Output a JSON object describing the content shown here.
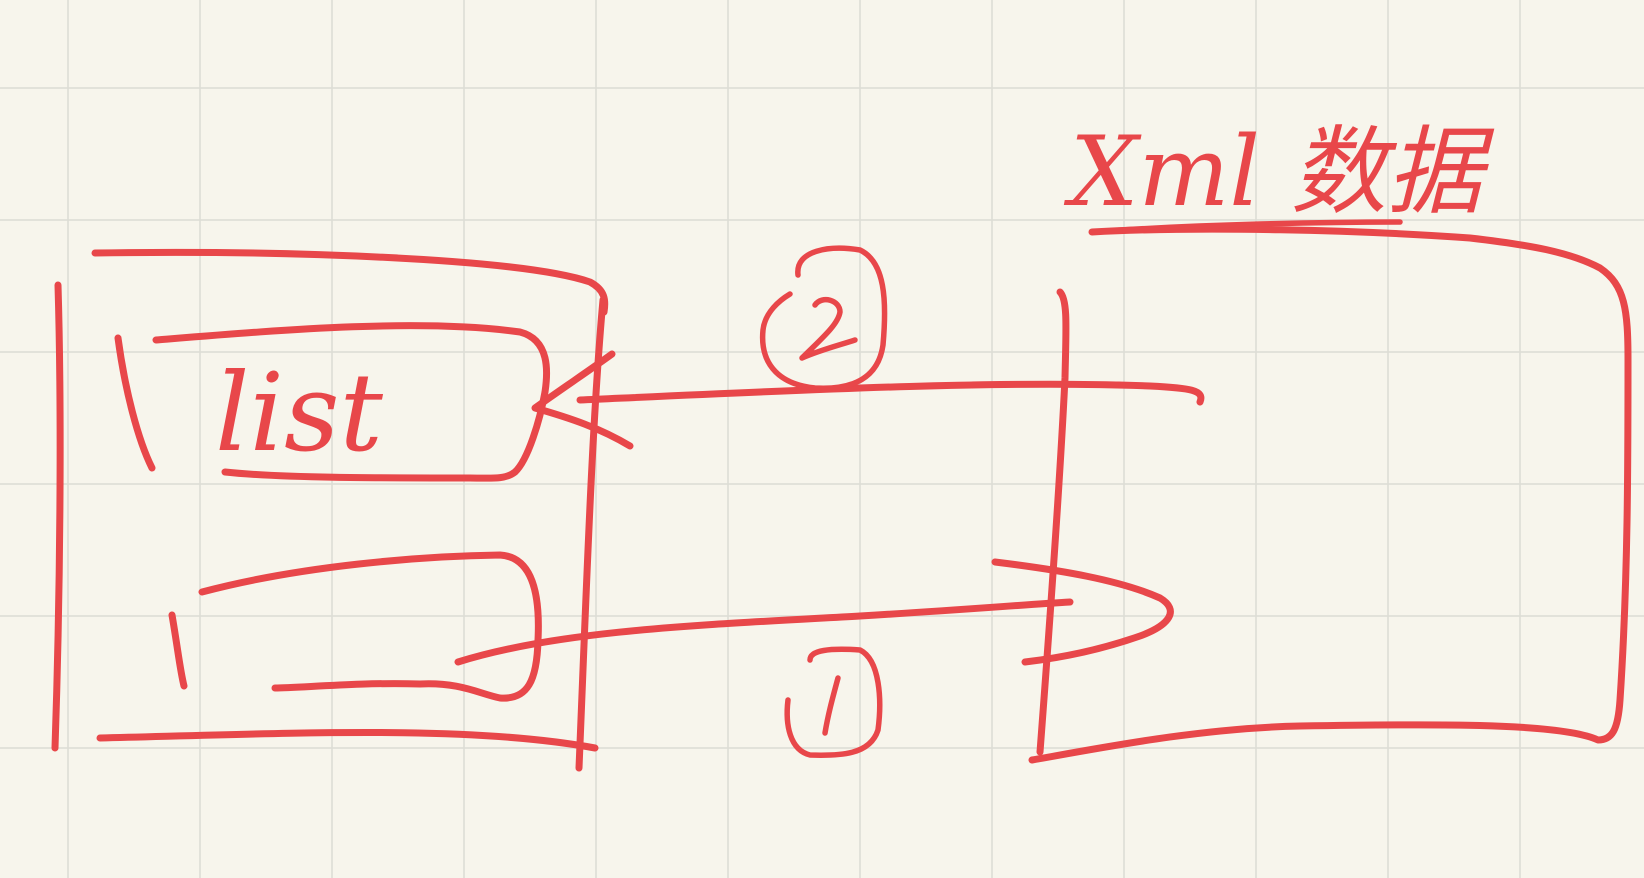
{
  "diagram": {
    "labels": {
      "list": "list",
      "xml_data": "Xml 数据",
      "step_1": "1",
      "step_2": "2"
    },
    "colors": {
      "background": "#f7f5ec",
      "grid": "#dcdcd4",
      "ink": "#e8474a"
    }
  }
}
